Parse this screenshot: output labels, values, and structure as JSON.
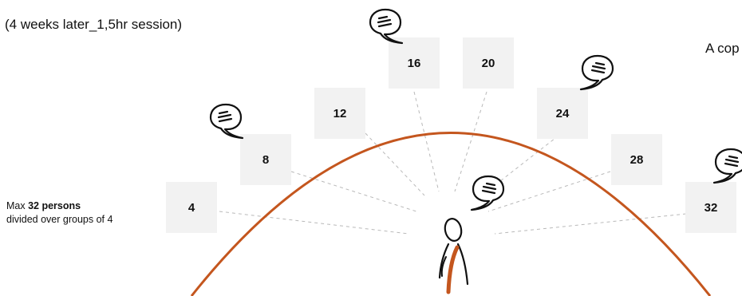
{
  "session_label": "(4 weeks later_1,5hr session)",
  "copy_label": "A cop",
  "capacity": {
    "prefix": "Max ",
    "highlight": "32 persons",
    "suffix": "divided over groups of 4"
  },
  "groups": [
    "4",
    "8",
    "12",
    "16",
    "20",
    "24",
    "28",
    "32"
  ],
  "colors": {
    "arc": "#c4561e",
    "box": "#f2f2f2",
    "ink": "#111111",
    "dash": "#b9b9b9"
  },
  "icons": [
    "speech-bubble-icon",
    "facilitator-figure-icon"
  ]
}
